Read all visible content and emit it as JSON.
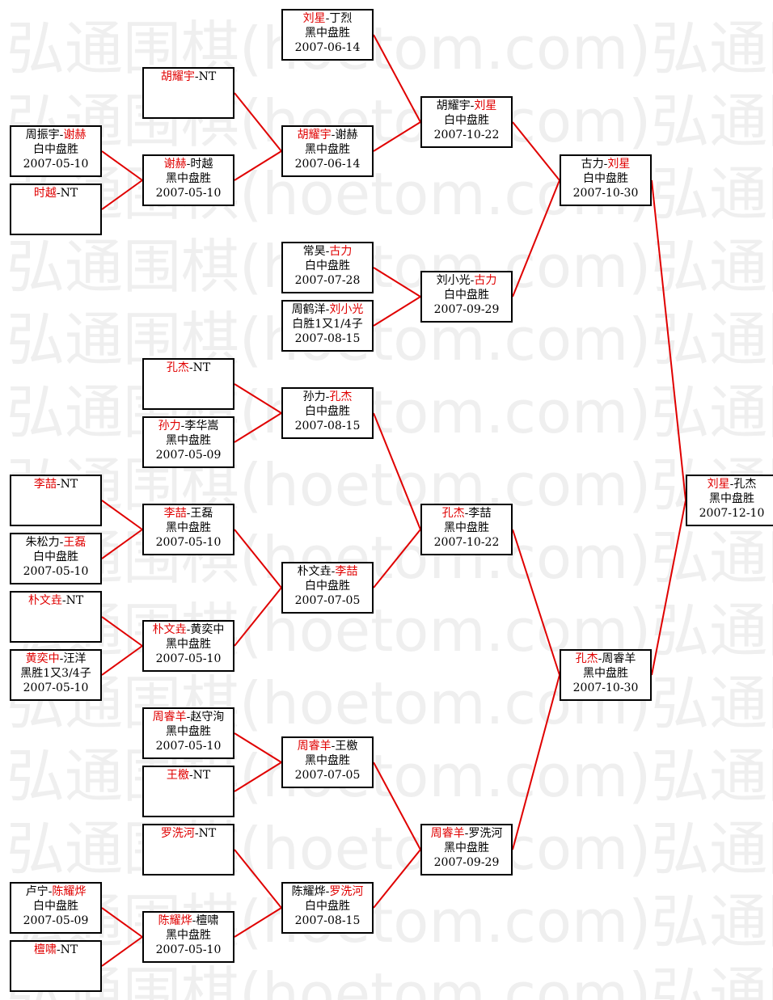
{
  "watermark_text": "弘通围棋(hoetom.com)弘通围棋(hoetom.com)",
  "colors": {
    "winner": "#e00000",
    "line": "#e00000",
    "border": "#000000"
  },
  "matches": [
    {
      "p1": "周振宇",
      "p2": "谢赫",
      "sep": "-",
      "winner": 2,
      "result": "白中盘胜",
      "date": "2007-05-10"
    },
    {
      "p1": "时越",
      "p2": "NT",
      "sep": "-",
      "winner": 1,
      "result": "",
      "date": ""
    },
    {
      "p1": "胡耀宇",
      "p2": "NT",
      "sep": "-",
      "winner": 1,
      "result": "",
      "date": ""
    },
    {
      "p1": "谢赫",
      "p2": "时越",
      "sep": "-",
      "winner": 1,
      "result": "黑中盘胜",
      "date": "2007-05-10"
    },
    {
      "p1": "刘星",
      "p2": "丁烈",
      "sep": "-",
      "winner": 1,
      "result": "黑中盘胜",
      "date": "2007-06-14"
    },
    {
      "p1": "胡耀宇",
      "p2": "谢赫",
      "sep": "-",
      "winner": 1,
      "result": "黑中盘胜",
      "date": "2007-06-14"
    },
    {
      "p1": "胡耀宇",
      "p2": "刘星",
      "sep": "-",
      "winner": 2,
      "result": "白中盘胜",
      "date": "2007-10-22"
    },
    {
      "p1": "常昊",
      "p2": "古力",
      "sep": "-",
      "winner": 2,
      "result": "白中盘胜",
      "date": "2007-07-28"
    },
    {
      "p1": "周鹤洋",
      "p2": "刘小光",
      "sep": "-",
      "winner": 2,
      "result": "白胜1又1/4子",
      "date": "2007-08-15"
    },
    {
      "p1": "刘小光",
      "p2": "古力",
      "sep": "-",
      "winner": 2,
      "result": "白中盘胜",
      "date": "2007-09-29"
    },
    {
      "p1": "古力",
      "p2": "刘星",
      "sep": "-",
      "winner": 2,
      "result": "白中盘胜",
      "date": "2007-10-30"
    },
    {
      "p1": "孔杰",
      "p2": "NT",
      "sep": "-",
      "winner": 1,
      "result": "",
      "date": ""
    },
    {
      "p1": "孙力",
      "p2": "李华嵩",
      "sep": "-",
      "winner": 1,
      "result": "黑中盘胜",
      "date": "2007-05-09"
    },
    {
      "p1": "孙力",
      "p2": "孔杰",
      "sep": "-",
      "winner": 2,
      "result": "白中盘胜",
      "date": "2007-08-15"
    },
    {
      "p1": "李喆",
      "p2": "NT",
      "sep": "-",
      "winner": 1,
      "result": "",
      "date": ""
    },
    {
      "p1": "朱松力",
      "p2": "王磊",
      "sep": "-",
      "winner": 2,
      "result": "白中盘胜",
      "date": "2007-05-10"
    },
    {
      "p1": "李喆",
      "p2": "王磊",
      "sep": "-",
      "winner": 1,
      "result": "黑中盘胜",
      "date": "2007-05-10"
    },
    {
      "p1": "朴文垚",
      "p2": "NT",
      "sep": "-",
      "winner": 1,
      "result": "",
      "date": ""
    },
    {
      "p1": "黄奕中",
      "p2": "汪洋",
      "sep": "-",
      "winner": 1,
      "result": "黑胜1又3/4子",
      "date": "2007-05-10"
    },
    {
      "p1": "朴文垚",
      "p2": "黄奕中",
      "sep": "-",
      "winner": 1,
      "result": "黑中盘胜",
      "date": "2007-05-10"
    },
    {
      "p1": "朴文垚",
      "p2": "李喆",
      "sep": "-",
      "winner": 2,
      "result": "白中盘胜",
      "date": "2007-07-05"
    },
    {
      "p1": "孔杰",
      "p2": "李喆",
      "sep": "-",
      "winner": 1,
      "result": "黑中盘胜",
      "date": "2007-10-22"
    },
    {
      "p1": "周睿羊",
      "p2": "赵守洵",
      "sep": "-",
      "winner": 1,
      "result": "黑中盘胜",
      "date": "2007-05-10"
    },
    {
      "p1": "王檄",
      "p2": "NT",
      "sep": "-",
      "winner": 1,
      "result": "",
      "date": ""
    },
    {
      "p1": "周睿羊",
      "p2": "王檄",
      "sep": "-",
      "winner": 1,
      "result": "黑中盘胜",
      "date": "2007-07-05"
    },
    {
      "p1": "罗洗河",
      "p2": "NT",
      "sep": "-",
      "winner": 1,
      "result": "",
      "date": ""
    },
    {
      "p1": "卢宁",
      "p2": "陈耀烨",
      "sep": "-",
      "winner": 2,
      "result": "白中盘胜",
      "date": "2007-05-09"
    },
    {
      "p1": "檀啸",
      "p2": "NT",
      "sep": "-",
      "winner": 1,
      "result": "",
      "date": ""
    },
    {
      "p1": "陈耀烨",
      "p2": "檀啸",
      "sep": "-",
      "winner": 1,
      "result": "黑中盘胜",
      "date": "2007-05-10"
    },
    {
      "p1": "陈耀烨",
      "p2": "罗洗河",
      "sep": "-",
      "winner": 2,
      "result": "白中盘胜",
      "date": "2007-08-15"
    },
    {
      "p1": "周睿羊",
      "p2": "罗洗河",
      "sep": "-",
      "winner": 1,
      "result": "黑中盘胜",
      "date": "2007-09-29"
    },
    {
      "p1": "孔杰",
      "p2": "周睿羊",
      "sep": "-",
      "winner": 1,
      "result": "黑中盘胜",
      "date": "2007-10-30"
    },
    {
      "p1": "刘星",
      "p2": "孔杰",
      "sep": "-",
      "winner": 1,
      "result": "黑中盘胜",
      "date": "2007-12-10"
    }
  ]
}
